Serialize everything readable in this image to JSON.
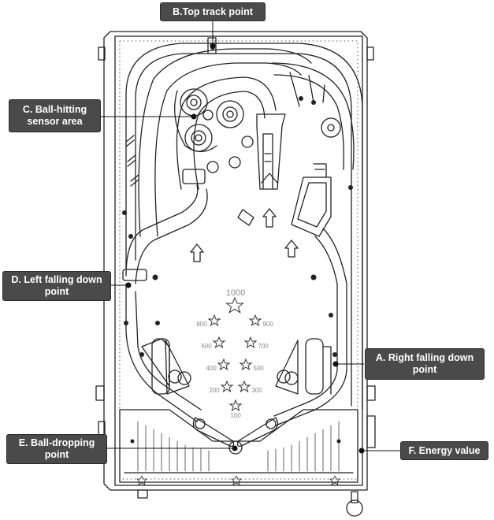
{
  "callouts": {
    "a": "A. Right falling down point",
    "b": "B.Top track point",
    "c": "C. Ball-hitting sensor area",
    "d": "D. Left falling down point",
    "e": "E. Ball-dropping point",
    "f": "F. Energy value"
  },
  "playfield": {
    "score_top": "1000",
    "scores_left": [
      "800",
      "600",
      "400",
      "200"
    ],
    "scores_right": [
      "900",
      "700",
      "500",
      "300"
    ],
    "score_bottom": "100"
  },
  "colors": {
    "callout_bg": "#4a4a4a",
    "callout_text": "#ffffff",
    "line_art": "#222222"
  }
}
